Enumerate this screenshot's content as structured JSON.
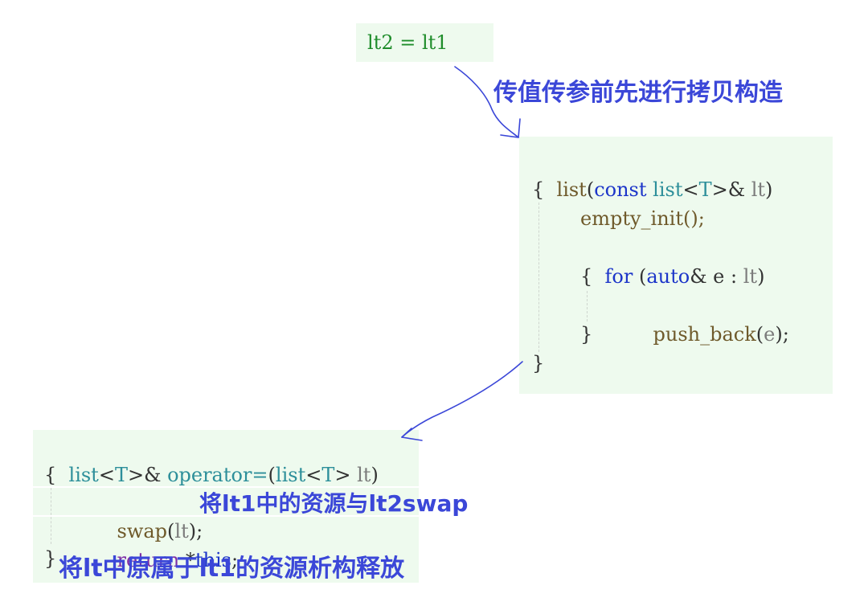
{
  "top_expression": "lt2 = lt1",
  "notes": {
    "top": "传值传参前先进行拷贝构造",
    "swap": "将lt1中的资源与lt2swap",
    "release": "将lt中原属于lt1的资源析构释放"
  },
  "copy_ctor": {
    "line1": {
      "name": "list",
      "open": "(",
      "const": "const",
      "space1": " ",
      "type": "list",
      "lt_sym": "<",
      "tparam": "T",
      "gt_sym": ">",
      "ref": "& ",
      "param": "lt",
      "close": ")"
    },
    "open_brace": "{",
    "line3": "empty_init();",
    "line4": {
      "kw_for": "for",
      "open": " (",
      "kw_auto": "auto",
      "ref": "& e : ",
      "param": "lt",
      "close": ")"
    },
    "inner_open_brace": "{",
    "line6": {
      "func": "push_back",
      "open": "(",
      "arg": "e",
      "close": ");"
    },
    "inner_close_brace": "}",
    "close_brace": "}"
  },
  "assign_op": {
    "line1": {
      "type": "list",
      "lt_sym": "<",
      "tparam": "T",
      "gt_sym": ">",
      "ref": "& ",
      "op": "operator=",
      "open": "(",
      "ptype": "list",
      "plt": "<",
      "pt": "T",
      "pgt": ">",
      "pspace": " ",
      "param": "lt",
      "close": ")"
    },
    "open_brace": "{",
    "line3": {
      "func": "swap",
      "open": "(",
      "arg": "lt",
      "close": ");"
    },
    "line4": {
      "kw_return": "return",
      "middle": " *",
      "kw_this": "this",
      "end": ";"
    },
    "close_brace": "}"
  },
  "colors": {
    "note_blue": "#3b47d8",
    "box_green": "#eefaee",
    "green_text": "#1f8d2b"
  }
}
